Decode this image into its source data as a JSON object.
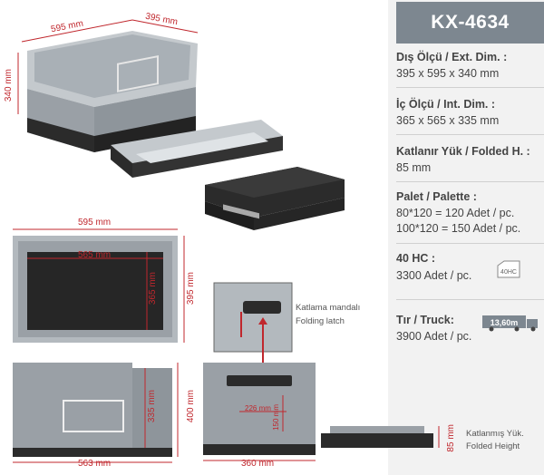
{
  "model": "KX-4634",
  "top_view": {
    "width_label": "595 mm",
    "depth_label": "395 mm",
    "height_label": "340 mm"
  },
  "plan_view": {
    "ext_width": "595 mm",
    "int_width": "565 mm",
    "int_depth": "365 mm",
    "ext_depth": "395 mm"
  },
  "side_view": {
    "int_height": "335 mm",
    "ext_height": "400 mm",
    "base_length": "563 mm"
  },
  "front_view": {
    "base_width": "360 mm",
    "handle_width": "226 mm",
    "handle_height": "150 mm"
  },
  "folding_latch": {
    "line1": "Katlama mandalı",
    "line2": "Folding latch"
  },
  "folded": {
    "height_label": "85 mm",
    "line1": "Katlanmış Yük.",
    "line2": "Folded Height"
  },
  "specs": {
    "ext_dim_label": "Dış Ölçü / Ext. Dim. :",
    "ext_dim_value": "395 x 595 x 340 mm",
    "int_dim_label": "İç Ölçü / Int. Dim.   :",
    "int_dim_value": "365 x 565 x 335 mm",
    "folded_label": "Katlanır Yük / Folded H. :",
    "folded_value": "85 mm",
    "pallet_label": "Palet / Palette :",
    "pallet_value1": "80*120 = 120 Adet / pc.",
    "pallet_value2": "100*120 = 150 Adet / pc.",
    "hc_label": "40 HC :",
    "hc_value": "3300 Adet / pc.",
    "hc_icon_text": "40HC",
    "truck_label": "Tır / Truck:",
    "truck_value": "3900 Adet / pc.",
    "truck_icon_text": "13,60m"
  },
  "colors": {
    "red": "#c0272d",
    "header": "#7d8790",
    "crate_grey": "#9aa0a6",
    "crate_black": "#2b2b2b"
  }
}
